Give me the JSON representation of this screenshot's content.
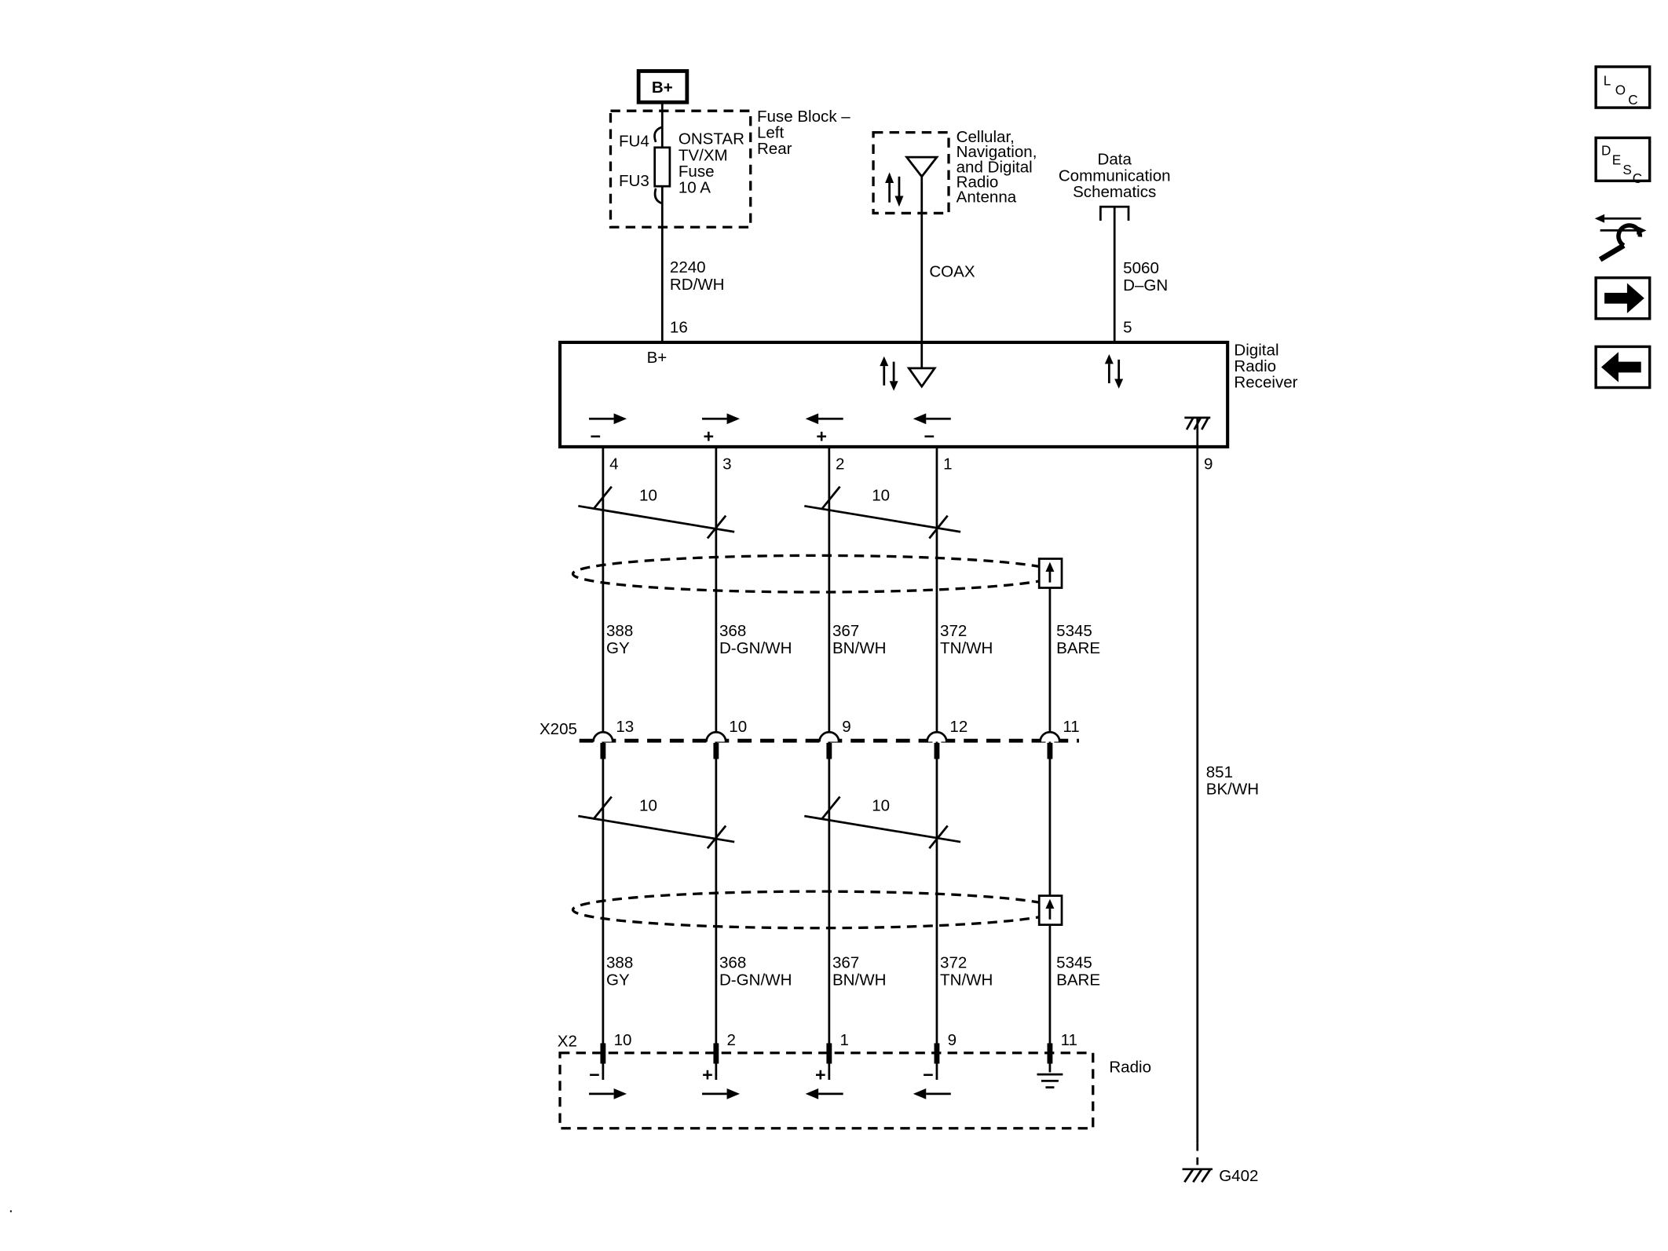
{
  "colors": {
    "line": "#000000",
    "background": "#ffffff"
  },
  "nav": {
    "loc": {
      "l1": "L",
      "l2": "O",
      "l3": "C"
    },
    "desc": {
      "l1": "D",
      "l2": "E",
      "l3": "S",
      "l4": "C"
    }
  },
  "power": {
    "label": "B+"
  },
  "fuse_block": {
    "title_l1": "Fuse Block –",
    "title_l2": "Left",
    "title_l3": "Rear",
    "fu4": "FU4",
    "fu3": "FU3",
    "fuse_l1": "ONSTAR",
    "fuse_l2": "TV/XM",
    "fuse_l3": "Fuse",
    "fuse_l4": "10 A"
  },
  "antenna": {
    "l1": "Cellular,",
    "l2": "Navigation,",
    "l3": "and Digital",
    "l4": "Radio",
    "l5": "Antenna"
  },
  "data_comm": {
    "l1": "Data",
    "l2": "Communication",
    "l3": "Schematics"
  },
  "wire_battery": {
    "circuit": "2240",
    "color": "RD/WH",
    "pin": "16"
  },
  "wire_coax": {
    "label": "COAX"
  },
  "wire_data": {
    "circuit": "5060",
    "color": "D–GN",
    "pin": "5"
  },
  "wire_ground": {
    "circuit": "851",
    "color": "BK/WH",
    "pin": "9",
    "ground": "G402"
  },
  "receiver": {
    "l1": "Digital",
    "l2": "Radio",
    "l3": "Receiver",
    "b_plus": "B+",
    "pin4": "4",
    "pin3": "3",
    "pin2": "2",
    "pin1": "1",
    "sign4": "−",
    "sign3": "+",
    "sign2": "+",
    "sign1": "−"
  },
  "pair_label": "10",
  "wires": [
    {
      "circuit": "388",
      "color": "GY"
    },
    {
      "circuit": "368",
      "color": "D-GN/WH"
    },
    {
      "circuit": "367",
      "color": "BN/WH"
    },
    {
      "circuit": "372",
      "color": "TN/WH"
    },
    {
      "circuit": "5345",
      "color": "BARE"
    }
  ],
  "x205": {
    "label": "X205",
    "p1": "13",
    "p2": "10",
    "p3": "9",
    "p4": "12",
    "p5": "11"
  },
  "x2": {
    "label": "X2",
    "p1": "10",
    "p2": "2",
    "p3": "1",
    "p4": "9",
    "p5": "11"
  },
  "radio": {
    "label": "Radio",
    "sign1": "−",
    "sign2": "+",
    "sign3": "+",
    "sign4": "−"
  },
  "footer_dot": "."
}
